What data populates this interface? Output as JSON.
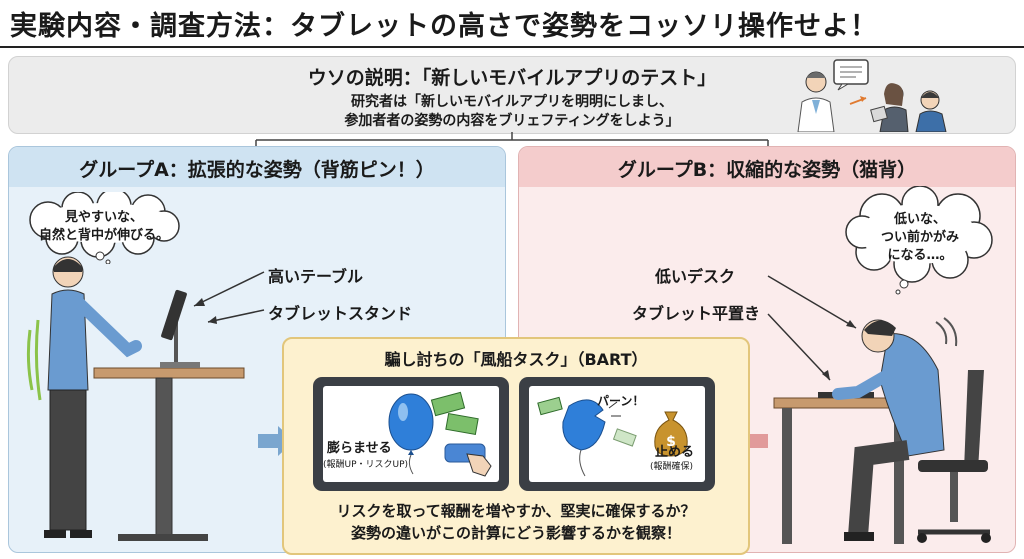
{
  "title": "実験内容・調査方法：タブレットの高さで姿勢をコッソリ操作せよ！",
  "cover_story": {
    "title": "ウソの説明：「新しいモバイルアプリのテスト」",
    "line1": "研究者は「新しいモバイルアプリを明明にしまし、",
    "line2": "参加者者の姿勢の内容をブリェフティングをしよう」"
  },
  "group_a": {
    "title": "グループA：拡張的な姿勢（背筋ピン！）",
    "thought_line1": "見やすいな、",
    "thought_line2": "自然と背中が伸びる。",
    "label1": "高いテーブル",
    "label2": "タブレットスタンド"
  },
  "group_b": {
    "title": "グループB：収縮的な姿勢（猫背）",
    "thought_line1": "低いな、",
    "thought_line2": "つい前かがみ",
    "thought_line3": "になる…。",
    "label1": "低いデスク",
    "label2": "タブレット平置き"
  },
  "bart": {
    "title": "騙し討ちの「風船タスク」（BART）",
    "inflate_label": "膨らませる",
    "inflate_sub": "(報酬UP・リスクUP)",
    "pop_text": "パーン！",
    "stop_label": "止める",
    "stop_sub": "(報酬確保)",
    "question1": "リスクを取って報酬を増やすか、堅実に確保するか？",
    "question2": "姿勢の違いがこの計算にどう影響するかを観察！"
  },
  "colors": {
    "group_a_bg": "#e7f1f9",
    "group_b_bg": "#fbecec",
    "bart_bg": "#fdf1cf",
    "balloon": "#2f7fd9",
    "arrow_a": "#7aa6cf",
    "arrow_b": "#e19a9a"
  }
}
